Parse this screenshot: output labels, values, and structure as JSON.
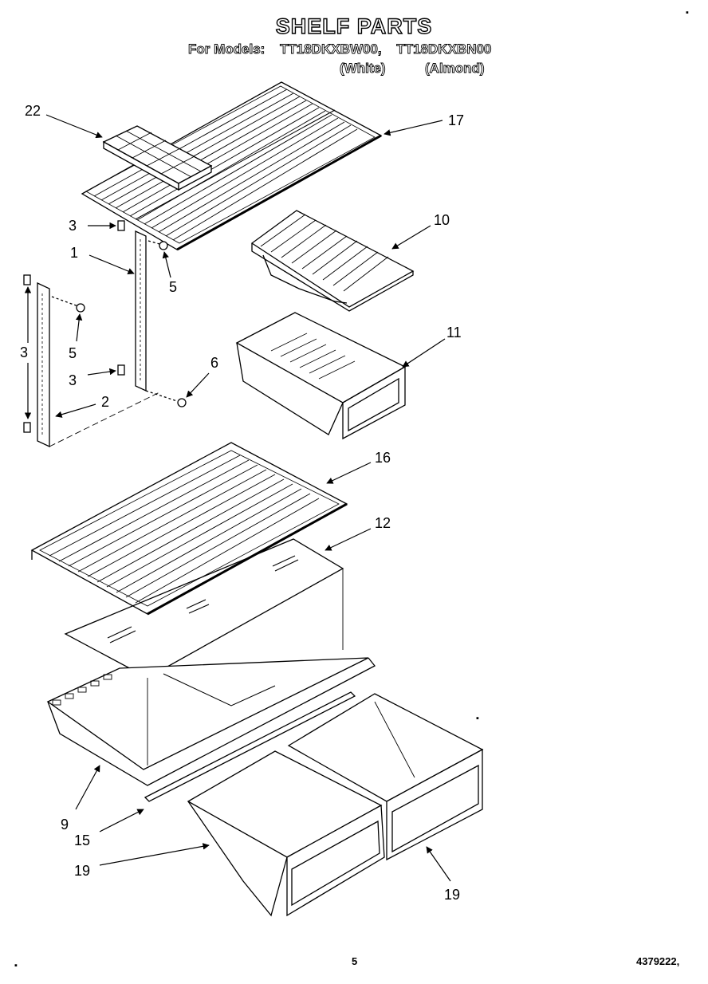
{
  "header": {
    "title": "SHELF PARTS",
    "models_label": "For Models:",
    "model_1": "TT18DKXBW00,",
    "model_2": "TT18DKXBN00",
    "variant_1": "(White)",
    "variant_2": "(Almond)"
  },
  "callouts": [
    "22",
    "17",
    "3",
    "1",
    "5",
    "10",
    "3",
    "5",
    "11",
    "3",
    "6",
    "2",
    "16",
    "12",
    "9",
    "15",
    "19",
    "19"
  ],
  "footer": {
    "page_number": "5",
    "doc_number": "4379222,"
  }
}
